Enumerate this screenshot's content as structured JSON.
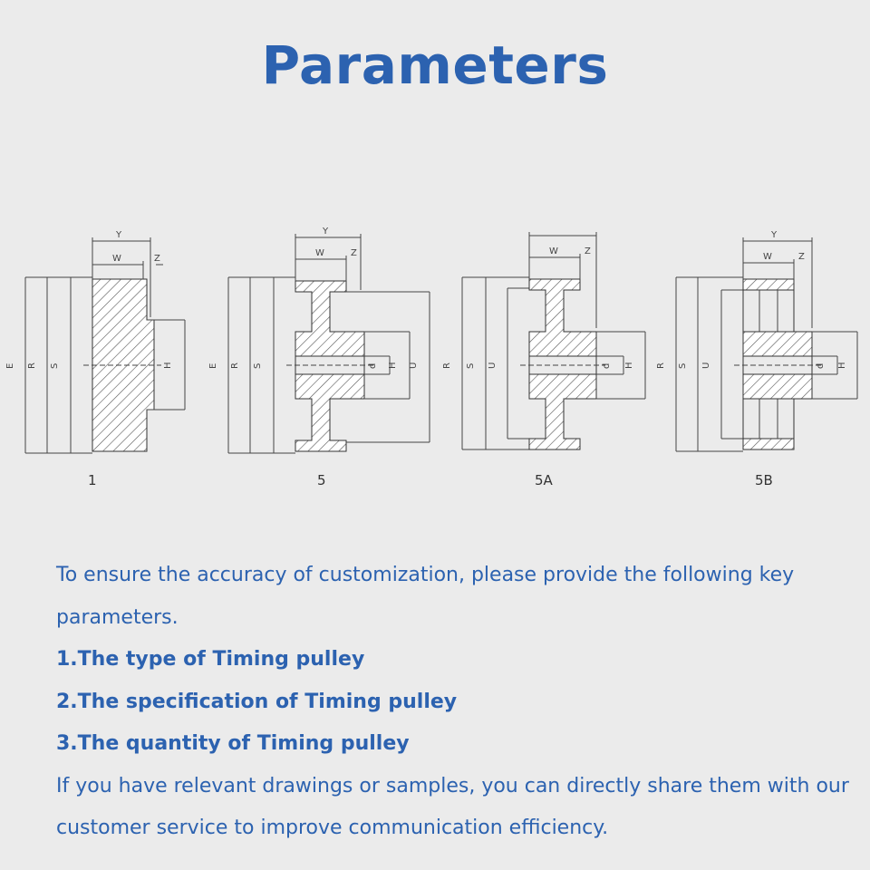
{
  "page": {
    "title": "Parameters",
    "accent_color": "#2c62b0"
  },
  "drawings": [
    {
      "caption": "1",
      "labels": {
        "Y": "Y",
        "W": "W",
        "Z": "Z",
        "E": "E",
        "R": "R",
        "S": "S",
        "H": "H"
      }
    },
    {
      "caption": "5",
      "labels": {
        "Y": "Y",
        "W": "W",
        "Z": "Z",
        "E": "E",
        "R": "R",
        "S": "S",
        "d": "d",
        "H": "H",
        "U": "U"
      }
    },
    {
      "caption": "5A",
      "labels": {
        "W": "W",
        "Z": "Z",
        "R": "R",
        "S": "S",
        "U": "U",
        "d": "d",
        "H": "H"
      }
    },
    {
      "caption": "5B",
      "labels": {
        "Y": "Y",
        "W": "W",
        "Z": "Z",
        "R": "R",
        "S": "S",
        "U": "U",
        "d": "d",
        "H": "H"
      }
    }
  ],
  "text": {
    "intro": "To ensure the accuracy of customization, please provide the following key parameters.",
    "items": [
      "1.The type of Timing pulley",
      "2.The specification of Timing pulley",
      "3.The quantity of Timing pulley"
    ],
    "outro": "If you have relevant drawings or samples, you can directly share them with our customer service to improve communication efficiency."
  }
}
